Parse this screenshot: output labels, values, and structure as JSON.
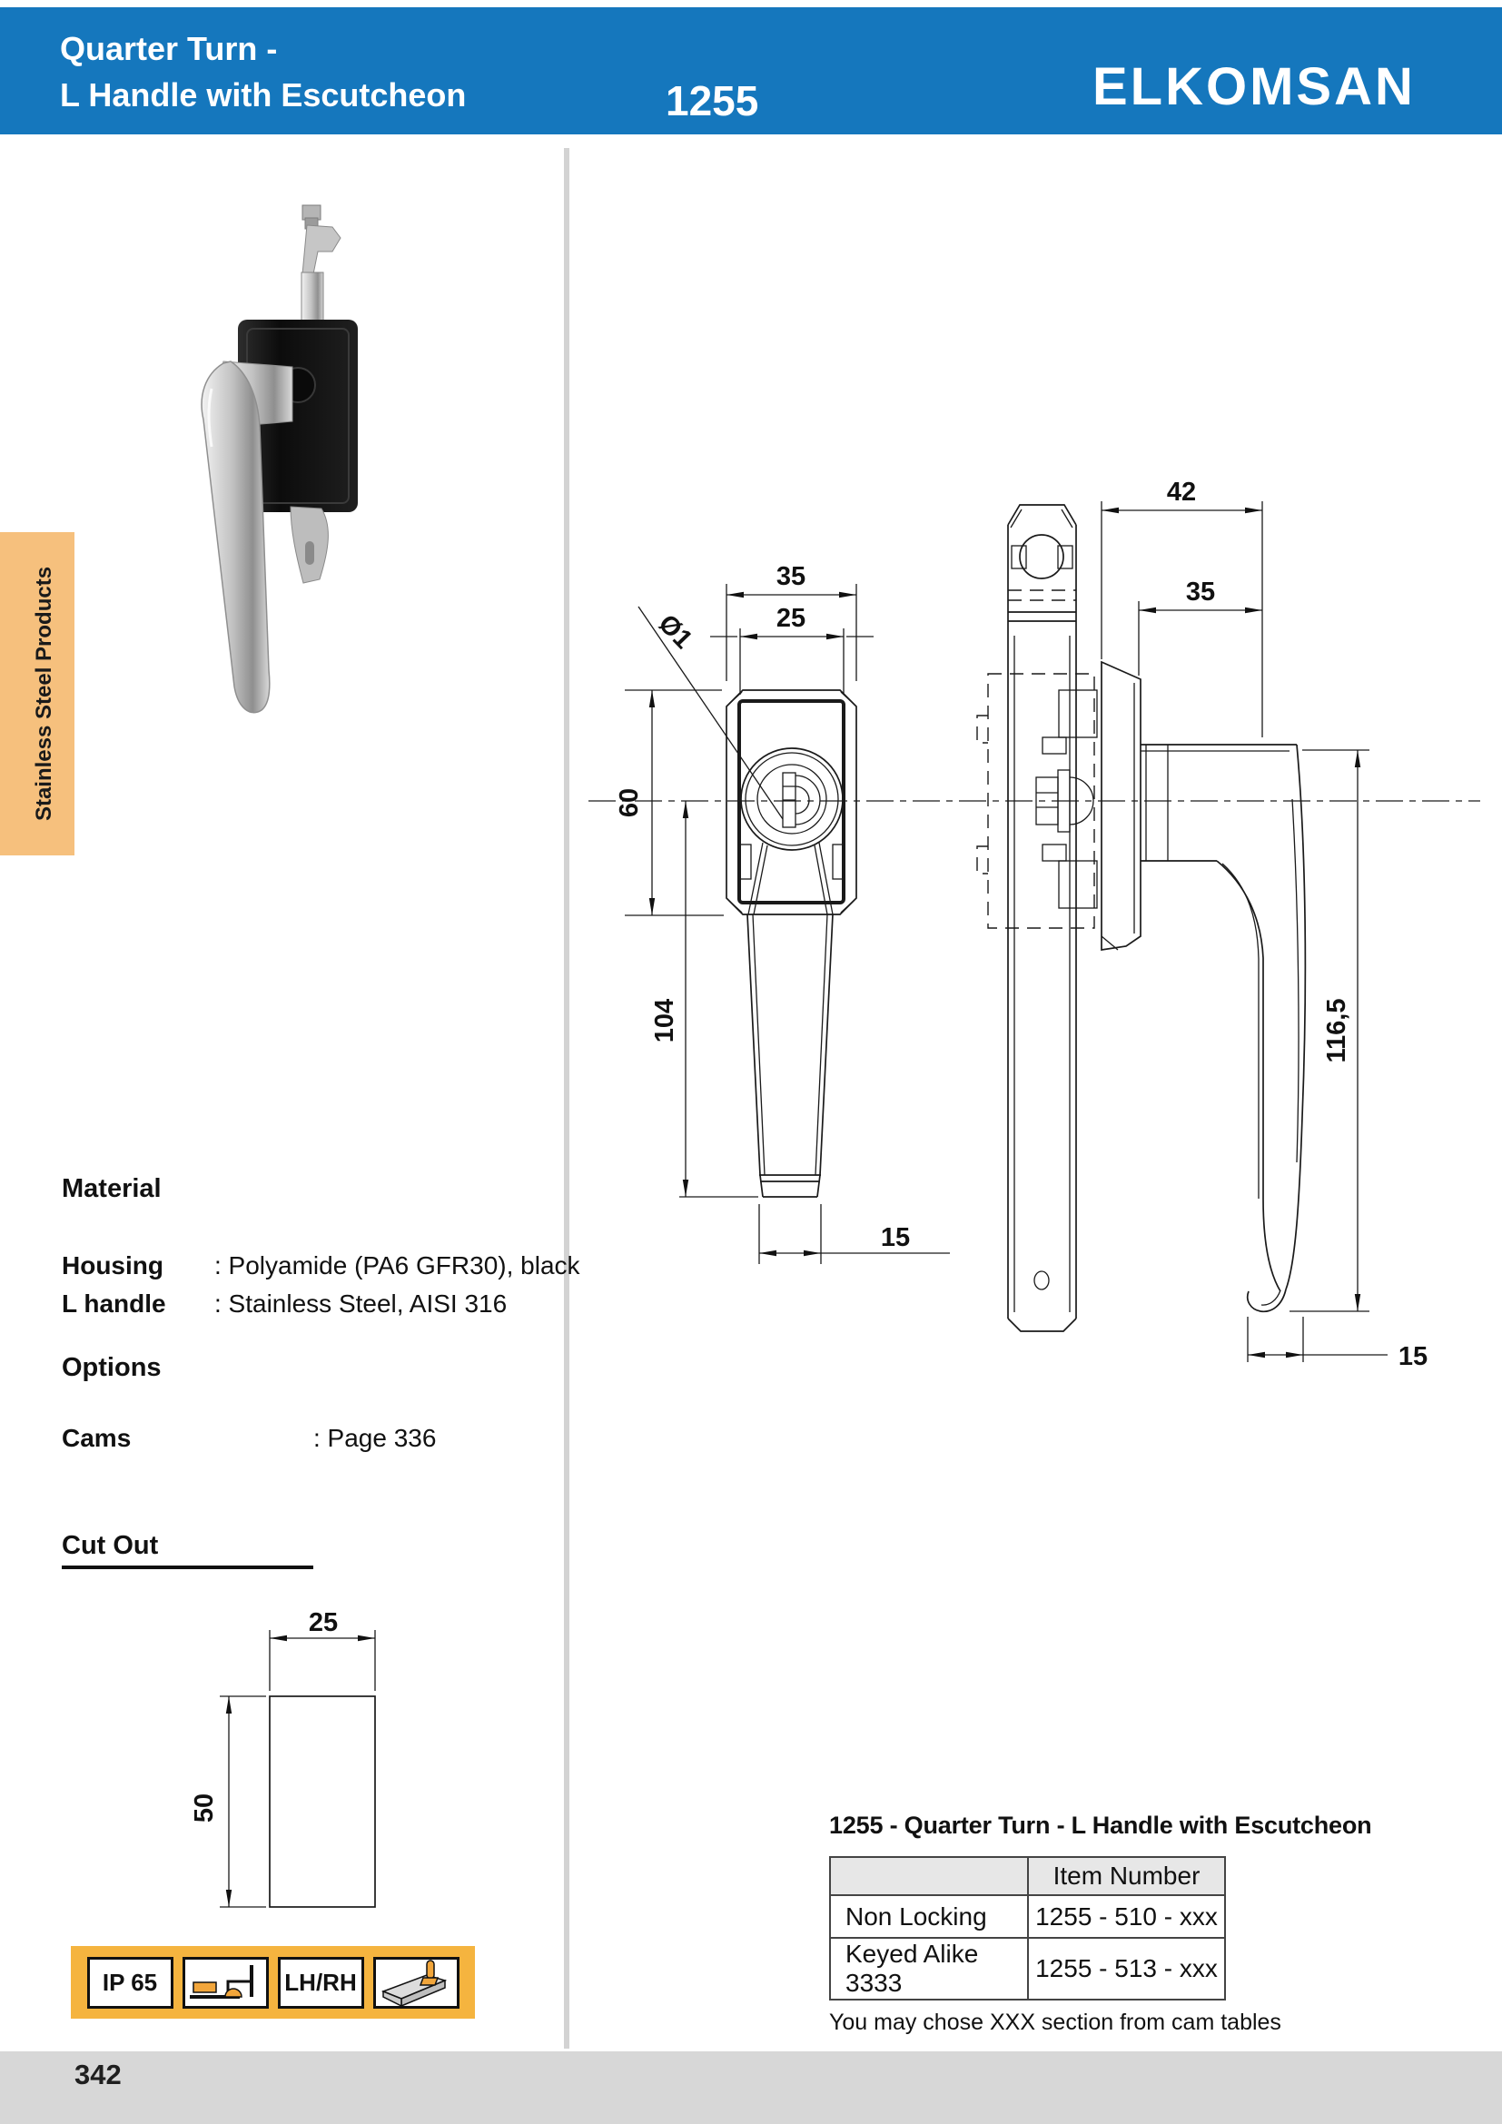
{
  "header": {
    "title_line1": "Quarter Turn -",
    "title_line2": "L Handle with Escutcheon",
    "product_code": "1255",
    "brand": "ELKOMSAN"
  },
  "sidebar_tab": {
    "label": "Stainless Steel Products"
  },
  "material": {
    "heading": "Material",
    "rows": [
      {
        "label": "Housing",
        "value": ": Polyamide (PA6 GFR30), black"
      },
      {
        "label": "L handle",
        "value": ": Stainless Steel, AISI 316"
      }
    ]
  },
  "options": {
    "heading": "Options",
    "rows": [
      {
        "label": "Cams",
        "value": ": Page 336"
      }
    ]
  },
  "cutout": {
    "heading": "Cut Out",
    "dims": {
      "width": "25",
      "height": "50"
    }
  },
  "badges": {
    "ip_rating": "IP 65",
    "handing": "LH/RH"
  },
  "drawing": {
    "front_view": {
      "dims": {
        "escutcheon_width": "35",
        "inner_width": "25",
        "escutcheon_height": "60",
        "lever_length": "104",
        "tip_width": "15",
        "keyway": "Ø1"
      }
    },
    "side_view": {
      "dims": {
        "total_depth": "42",
        "handle_depth": "35",
        "handle_height": "116,5",
        "grip_offset": "15"
      }
    }
  },
  "order_table": {
    "title": "1255 - Quarter Turn - L  Handle with Escutcheon",
    "item_number_header": "Item Number",
    "rows": [
      {
        "variant": "Non Locking",
        "item_number": "1255 - 510 - xxx"
      },
      {
        "variant": "Keyed Alike 3333",
        "item_number": "1255 - 513 - xxx"
      }
    ],
    "footnote": "You may chose XXX section from cam tables"
  },
  "footer": {
    "page_number": "342"
  },
  "colors": {
    "header_blue": "#1577BD",
    "tab_orange": "#F6C07D",
    "badge_bar_amber": "#F5B43F",
    "accent_orange": "#F2A63B",
    "footer_gray": "#D7D7D7",
    "table_header_gray": "#E7E7E7"
  }
}
